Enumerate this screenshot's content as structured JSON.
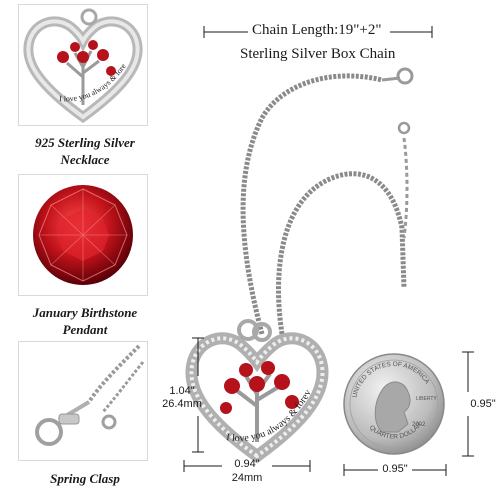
{
  "header": {
    "chain_length": "Chain Length:19\"+2\"",
    "chain_type": "Sterling Silver Box Chain"
  },
  "thumbnails": [
    {
      "caption_line1": "925 Sterling Silver",
      "caption_line2": "Necklace",
      "engraving": "I love you always & forever"
    },
    {
      "caption_line1": "January Birthstone",
      "caption_line2": "Pendant"
    },
    {
      "caption_line1": "Spring Clasp",
      "caption_line2": ""
    }
  ],
  "pendant": {
    "engraving": "I love you always & forever"
  },
  "coin": {
    "top_text": "UNITED STATES OF AMERICA",
    "motto": "LIBERTY",
    "bottom_text": "QUARTER DOLLAR",
    "year": "2002"
  },
  "dimensions": {
    "pendant_height_in": "1.04\"",
    "pendant_height_mm": "26.4mm",
    "pendant_width_in": "0.94\"",
    "pendant_width_mm": "24mm",
    "coin_width": "0.95\"",
    "coin_height": "0.95\""
  },
  "colors": {
    "gem_red": "#b5121b",
    "silver": "#c8c8c8",
    "line": "#1a1a1a"
  }
}
